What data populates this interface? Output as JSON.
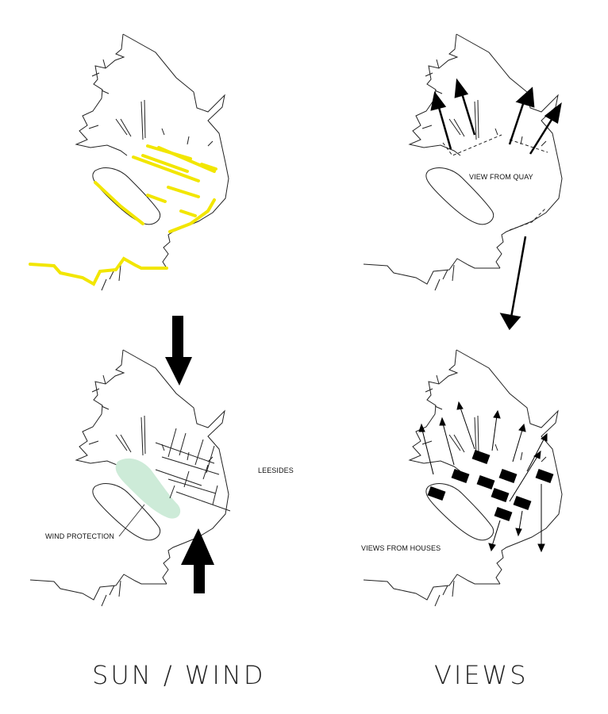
{
  "labels": {
    "view_from_quay": "VIEW FROM QUAY",
    "leesides": "LEESIDES",
    "wind_protection": "WIND PROTECTION",
    "views_from_houses": "VIEWS FROM HOUSES"
  },
  "titles": {
    "sun_wind": "SUN / WIND",
    "views": "VIEWS"
  },
  "colors": {
    "sun_highlight": "#f2e600",
    "wind_protection_area": "#cdebd8",
    "outline": "#222222",
    "arrow": "#000000"
  }
}
